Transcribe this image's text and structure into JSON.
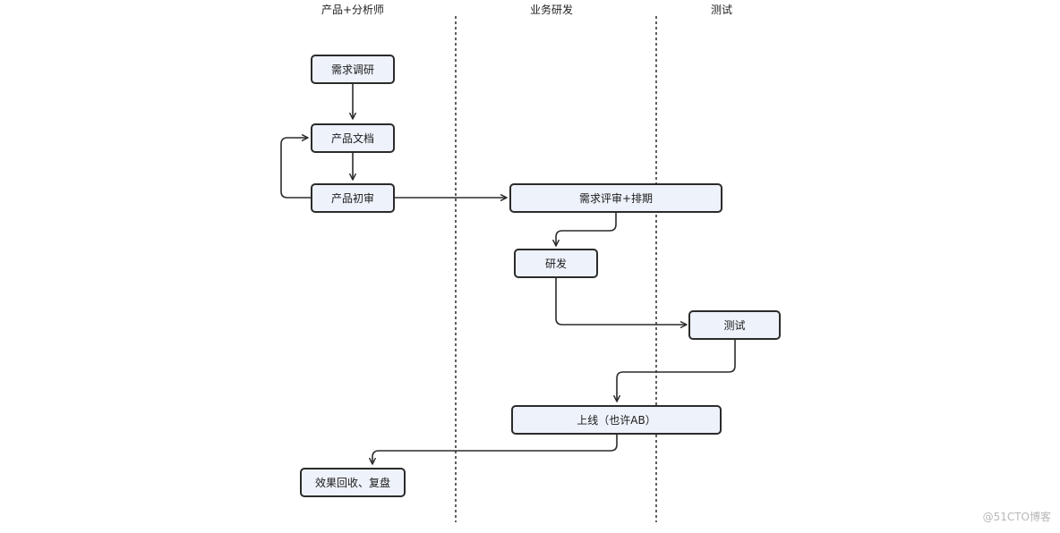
{
  "lanes": {
    "product": "产品+分析师",
    "dev": "业务研发",
    "test": "测试"
  },
  "nodes": {
    "research": "需求调研",
    "doc": "产品文档",
    "review": "产品初审",
    "eval": "需求评审+排期",
    "develop": "研发",
    "testing": "测试",
    "launch": "上线（也许AB）",
    "retro": "效果回收、复盘"
  },
  "watermark": "@51CTO博客",
  "colors": {
    "node_fill": "#eef2fb",
    "node_border": "#2b2b2b",
    "line": "#2b2b2b",
    "watermark": "#b8b8b8"
  }
}
